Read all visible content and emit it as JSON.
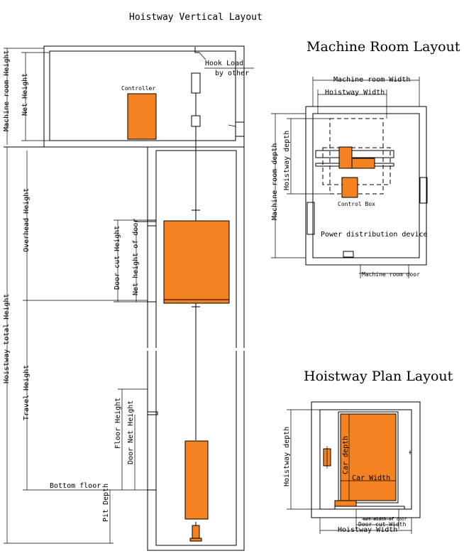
{
  "titles": {
    "vertical": "Hoistway Vertical Layout",
    "machine_room": "Machine Room Layout",
    "plan": "Hoistway Plan Layout"
  },
  "vertical": {
    "hook_load_line1": "Hook Load",
    "hook_load_line2": "by other",
    "controller": "Controller",
    "machine_room_height": "Machine room Height",
    "net_height": "Net Height",
    "overhead_height": "Overhead Height",
    "hoistway_total_height": "Hoistway total Height",
    "travel_height": "Travel Height",
    "door_cut_height": "Door cut Height",
    "net_height_of_door": "Net height of door",
    "floor_height": "Floor Height",
    "door_net_height": "Door Net Height",
    "bottom_floor": "Bottom floor",
    "pit_depth": "Pit Depth"
  },
  "machine_room": {
    "machine_room_width": "Machine room Width",
    "hoistway_width": "Hoistway Width",
    "machine_room_depth": "Machine room depth",
    "hoistway_depth": "Hoistway depth",
    "control_box": "Control Box",
    "power_distribution": "Power distribution device",
    "machine_room_door": "Machine room door"
  },
  "plan": {
    "hoistway_depth": "Hoistway depth",
    "car_depth": "Car depth",
    "car_width": "Car Width",
    "net_width_of_door": "Net Width of door",
    "door_cut_width": "Door cut Width",
    "hoistway_width": "Hoistway Width"
  },
  "colors": {
    "equipment": "#f58220",
    "line": "#000000"
  }
}
